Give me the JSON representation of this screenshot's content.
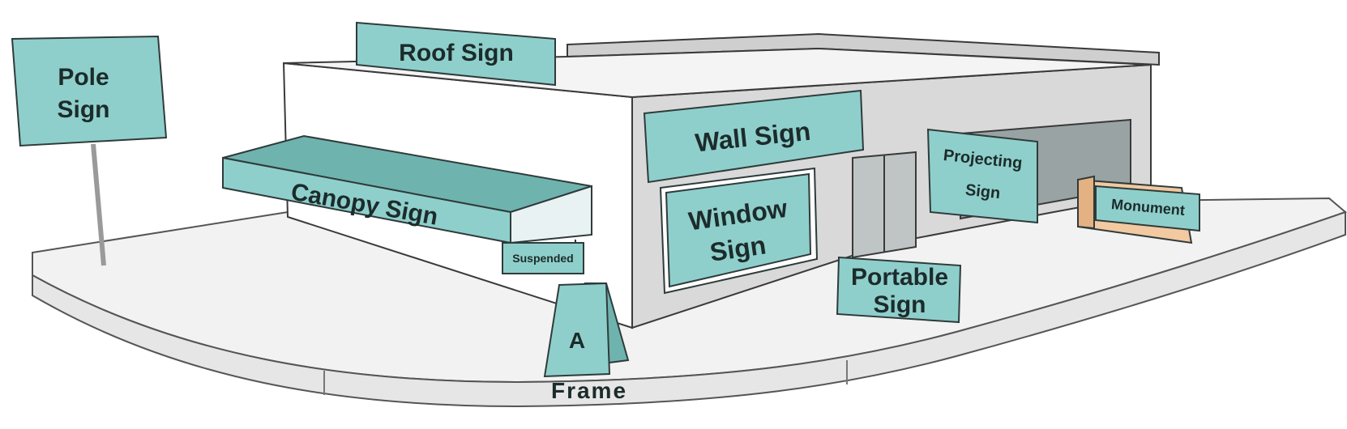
{
  "diagram": {
    "labels": {
      "pole_line1": "Pole",
      "pole_line2": "Sign",
      "roof": "Roof Sign",
      "wall": "Wall Sign",
      "canopy": "Canopy Sign",
      "suspended": "Suspended",
      "window_line1": "Window",
      "window_line2": "Sign",
      "projecting_line1": "Projecting",
      "projecting_line2": "Sign",
      "monument": "Monument",
      "portable_line1": "Portable",
      "portable_line2": "Sign",
      "aframe_line1": "A",
      "aframe_line2": "Frame"
    },
    "colors": {
      "sign_fill": "#8fcfcb",
      "sign_side": "#6fb3ae",
      "monument_base": "#f2c9a0",
      "wall_front": "#ffffff",
      "wall_side": "#d9d9d9",
      "ground": "#f2f2f2"
    }
  }
}
